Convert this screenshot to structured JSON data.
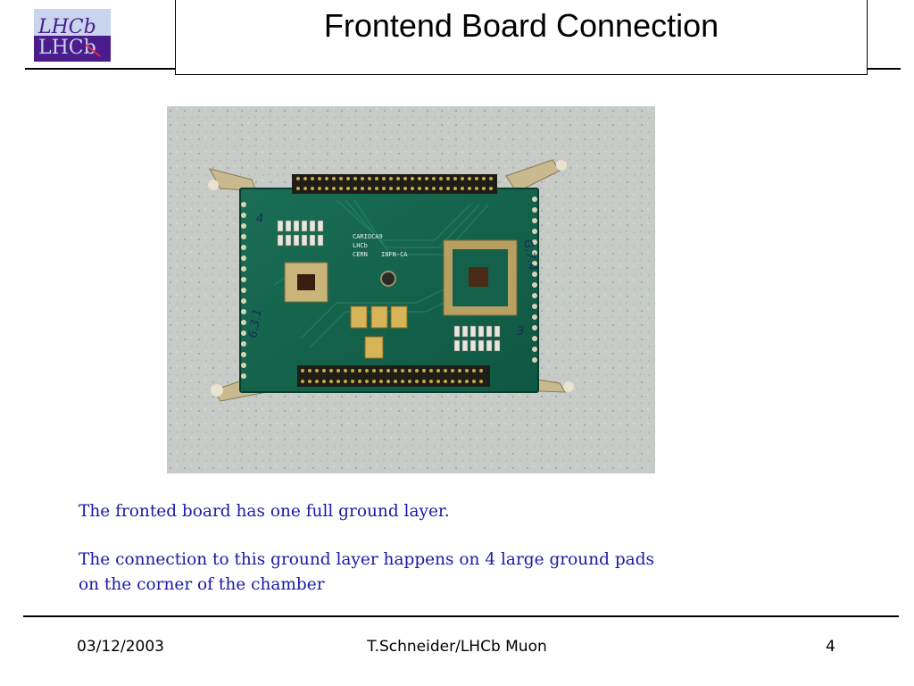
{
  "header": {
    "title": "Frontend Board Connection",
    "logo_text_top": "LHCb",
    "logo_text_bottom": "LHCb"
  },
  "body": {
    "paragraph_1": "The fronted board has one full ground layer.",
    "paragraph_2_line_1": "The connection to this ground layer happens on 4 large ground pads",
    "paragraph_2_line_2": "on the corner of the chamber"
  },
  "photo_labels": {
    "chip_line_1": "CARIOCA9",
    "chip_line_2": "LHCb",
    "chip_line_3": "CERN",
    "chip_line_4": "INFN-CA",
    "marker_left_top": "4",
    "marker_left_bottom": "6.3.1",
    "marker_right_top": "G.7.4",
    "marker_right_bottom": "3"
  },
  "footer": {
    "date": "03/12/2003",
    "author": "T.Schneider/LHCb Muon",
    "page_number": "4"
  },
  "colors": {
    "body_text": "#1a1aa6",
    "logo_purple": "#4a1c8c",
    "pcb_green": "#14604a"
  }
}
